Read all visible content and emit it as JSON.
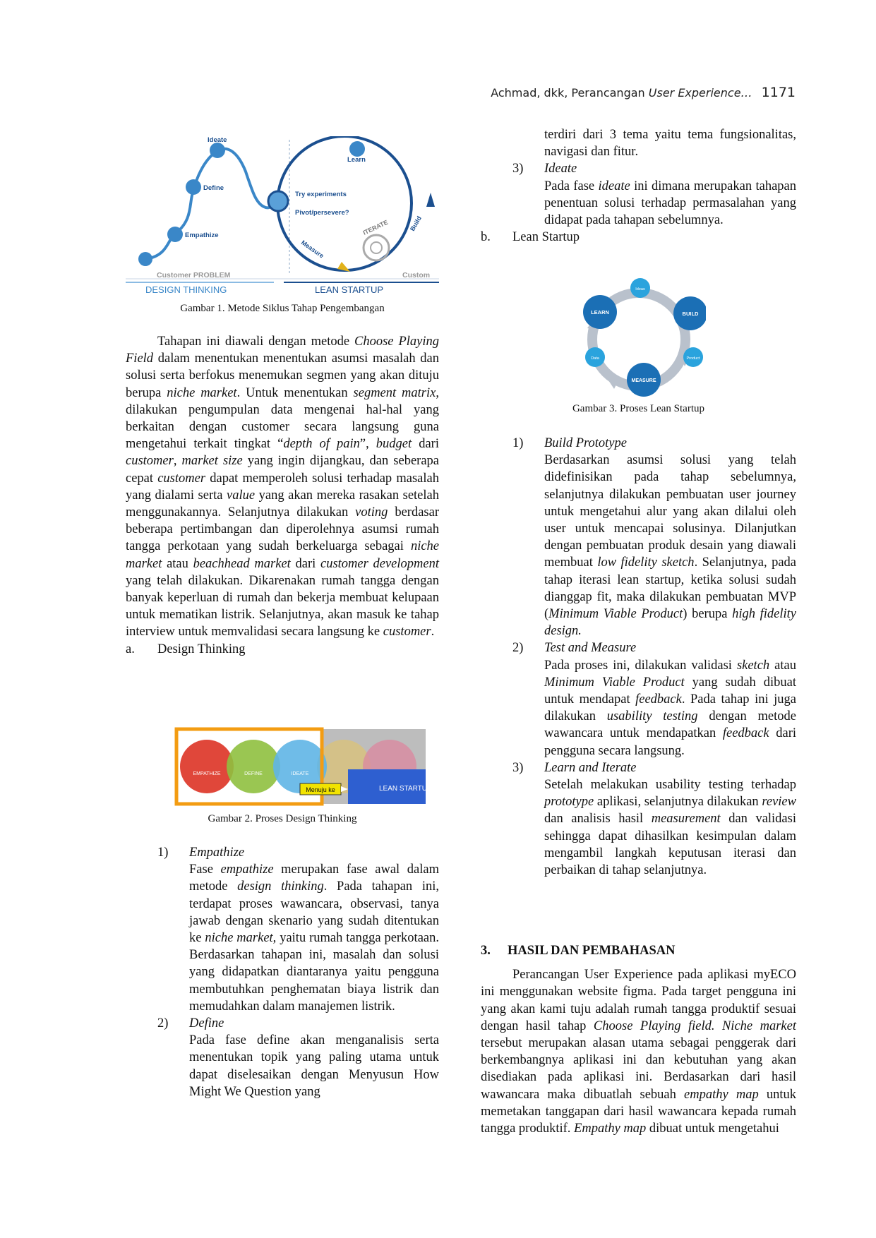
{
  "header": {
    "running_title": "Achmad, dkk, Perancangan ",
    "running_title_italic": "User Experience…",
    "page_number": "1171"
  },
  "fig1": {
    "caption": "Gambar 1. Metode Siklus Tahap Pengembangan",
    "labels": {
      "ideate": "Ideate",
      "define": "Define",
      "empathize": "Empathize",
      "learn": "Learn",
      "try": "Try experiments",
      "pivot": "Pivot/persevere?",
      "measure": "Measure",
      "iterate": "ITERATE",
      "build": "Build",
      "customer_problem": "Customer PROBLEM",
      "customer2": "Custom",
      "design_thinking": "DESIGN THINKING",
      "lean_startup": "LEAN STARTUP"
    }
  },
  "fig2": {
    "caption": "Gambar 2. Proses Design Thinking",
    "labels": {
      "empathize": "EMPATHIZE",
      "define": "DEFINE",
      "ideate": "IDEATE",
      "menuju": "Menuju ke",
      "lean": "LEAN STARTUP"
    }
  },
  "fig3": {
    "caption": "Gambar 3. Proses Lean Startup",
    "labels": {
      "ideas": "Ideas",
      "build": "BUILD",
      "product": "Product",
      "measure": "MEASURE",
      "data": "Data",
      "learn": "LEARN"
    }
  },
  "left": {
    "p1": {
      "a": "Tahapan ini diawali dengan metode ",
      "b": "Choose Playing Field",
      "c": " dalam menentukan menentukan asumsi masalah dan solusi serta berfokus menemukan segmen yang akan dituju berupa ",
      "d": "niche market",
      "e": ". Untuk menentukan ",
      "f": "segment matrix",
      "g": ", dilakukan pengumpulan data mengenai hal-hal yang berkaitan dengan customer secara langsung guna mengetahui terkait tingkat “",
      "h": "depth of pain",
      "i": "”, ",
      "j": "budget",
      "k": " dari ",
      "l": "customer",
      "m": ", ",
      "n": "market size",
      "o": " yang ingin dijangkau, dan seberapa cepat ",
      "p": "customer",
      "q": " dapat memperoleh solusi terhadap masalah yang dialami serta ",
      "r": "value",
      "s": " yang akan mereka rasakan setelah menggunakannya. Selanjutnya dilakukan ",
      "t": "voting",
      "u": " berdasar beberapa pertimbangan dan diperolehnya asumsi rumah tangga perkotaan yang sudah berkeluarga sebagai ",
      "v": "niche market",
      "w": " atau ",
      "x": "beachhead market",
      "y": " dari ",
      "z": "customer development",
      "aa": " yang telah dilakukan. Dikarenakan rumah tangga dengan banyak keperluan di rumah dan bekerja membuat kelupaan untuk mematikan listrik. Selanjutnya, akan masuk ke tahap interview untuk memvalidasi secara langsung ke ",
      "ab": "customer",
      "ac": "."
    },
    "a_num": "a.",
    "a_label": "Design Thinking",
    "item1": {
      "num": "1)",
      "title": "Empathize",
      "a": "Fase ",
      "b": "empathize",
      "c": " merupakan fase awal dalam metode ",
      "d": "design thinking",
      "e": ". Pada tahapan ini, terdapat proses wawancara, observasi, tanya jawab dengan skenario yang sudah ditentukan ke ",
      "f": "niche market,",
      "g": " yaitu rumah tangga perkotaan. Berdasarkan tahapan ini, masalah dan solusi yang didapatkan diantaranya yaitu pengguna membutuhkan penghematan biaya listrik dan memudahkan dalam manajemen listrik."
    },
    "item2": {
      "num": "2)",
      "title": "Define",
      "text": "Pada fase define akan menganalisis serta menentukan topik yang paling utama untuk dapat diselesaikan dengan Menyusun How Might We Question yang"
    }
  },
  "right": {
    "cont": "terdiri dari 3 tema yaitu tema fungsionalitas, navigasi dan fitur.",
    "item3": {
      "num": "3)",
      "title": "Ideate",
      "a": "Pada fase ",
      "b": "ideate",
      "c": " ini dimana merupakan tahapan penentuan solusi terhadap permasalahan yang didapat pada tahapan sebelumnya."
    },
    "b_num": "b.",
    "b_label": "Lean Startup",
    "ls1": {
      "num": "1)",
      "title": "Build Prototype",
      "a": "Berdasarkan asumsi solusi yang telah didefinisikan pada tahap sebelumnya, selanjutnya dilakukan pembuatan user journey untuk mengetahui alur yang akan dilalui oleh user untuk mencapai solusinya. Dilanjutkan dengan pembuatan produk desain yang diawali membuat ",
      "b": "low fidelity sketch",
      "c": ". Selanjutnya, pada tahap iterasi lean startup, ketika solusi sudah dianggap fit, maka dilakukan pembuatan MVP (",
      "d": "Minimum Viable Product",
      "e": ") berupa ",
      "f": "high fidelity design."
    },
    "ls2": {
      "num": "2)",
      "title": "Test and Measure",
      "a": "Pada proses ini, dilakukan validasi ",
      "b": "sketch",
      "c": " atau ",
      "d": "Minimum Viable Product",
      "e": " yang sudah dibuat untuk mendapat ",
      "f": "feedback",
      "g": ". Pada tahap ini juga dilakukan ",
      "h": "usability testing",
      "i": " dengan metode wawancara untuk mendapatkan ",
      "j": "feedback",
      "k": " dari pengguna secara langsung."
    },
    "ls3": {
      "num": "3)",
      "title": "Learn and Iterate",
      "a": "Setelah melakukan usability testing terhadap ",
      "b": "prototype",
      "c": " aplikasi, selanjutnya dilakukan ",
      "d": "review",
      "e": " dan analisis hasil ",
      "f": "measurement",
      "g": " dan validasi sehingga dapat dihasilkan kesimpulan dalam mengambil langkah keputusan iterasi dan perbaikan di tahap selanjutnya."
    },
    "section": {
      "num": "3.",
      "title": "HASIL DAN PEMBAHASAN"
    },
    "sp": {
      "a": "Perancangan User Experience pada aplikasi myECO ini menggunakan website figma. Pada target pengguna ini yang akan kami tuju adalah rumah tangga produktif sesuai dengan hasil tahap ",
      "b": "Choose Playing field. Niche market",
      "c": " tersebut merupakan alasan utama sebagai penggerak dari berkembangnya aplikasi ini dan kebutuhan yang akan disediakan pada aplikasi ini. Berdasarkan dari hasil wawancara maka dibuatlah sebuah ",
      "d": "empathy map",
      "e": " untuk memetakan tanggapan dari hasil wawancara kepada rumah tangga produktif. ",
      "f": "Empathy map",
      "g": " dibuat untuk mengetahui"
    }
  }
}
